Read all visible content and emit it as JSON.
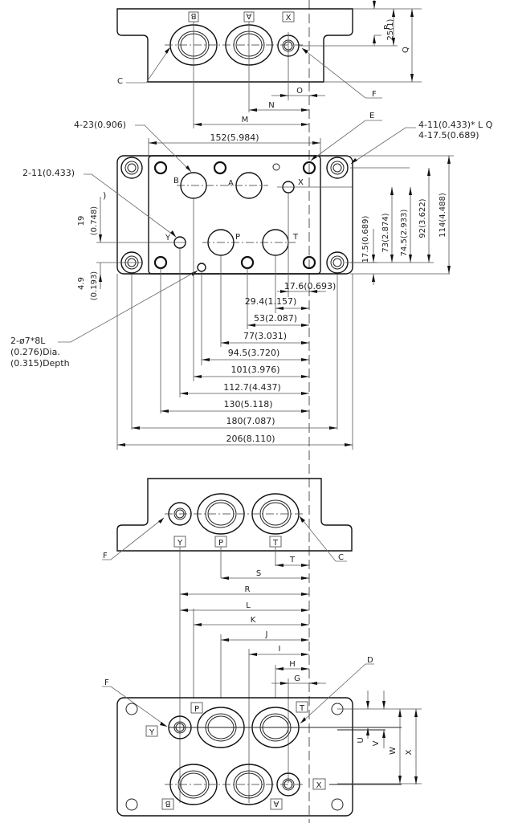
{
  "title": "Subplate mounting dimensions drawing",
  "top_view": {
    "port_tags": [
      "B",
      "A",
      "X"
    ],
    "dim_25": "25(1)",
    "dim_P": "P",
    "dim_Q": "Q",
    "dim_O": "O",
    "dim_N": "N",
    "dim_M": "M",
    "callout_C": "C",
    "callout_F": "F"
  },
  "plan_view": {
    "callout_holes_23": "4-23(0.906)",
    "callout_E": "E",
    "callout_bolt_line1": "4-11(0.433)* L Q",
    "callout_bolt_line2": "4-17.5(0.689)",
    "callout_2_11": "2-11(0.433)",
    "paren_mark": ")",
    "port_labels": {
      "B": "B",
      "A": "A",
      "X": "X",
      "Y": "Y",
      "P": "P",
      "T": "T"
    },
    "dim_width_152": "152(5.984)",
    "dim_19": "19",
    "dim_19_in": "(0.748)",
    "dim_4_9": "4.9",
    "dim_4_9_in": "(0.193)",
    "pin_callout": [
      "2-ø7*8L",
      "(0.276)Dia.",
      "(0.315)Depth"
    ],
    "vertical_dims": [
      "17.5(0.689)",
      "73(2.874)",
      "74.5(2.933)",
      "92(3.622)",
      "114(4.488)"
    ],
    "horizontal_dims": [
      "17.6(0.693)",
      "29.4(1.157)",
      "53(2.087)",
      "77(3.031)",
      "94.5(3.720)",
      "101(3.976)",
      "112.7(4.437)",
      "130(5.118)",
      "180(7.087)",
      "206(8.110)"
    ]
  },
  "front_view": {
    "port_tags": [
      "Y",
      "P",
      "T"
    ],
    "callout_F": "F",
    "callout_C": "C",
    "dim_T": "T",
    "letter_dims": [
      "S",
      "R",
      "L",
      "K",
      "J",
      "I",
      "H",
      "G"
    ]
  },
  "bottom_view": {
    "port_tags": {
      "P": "P",
      "T": "T",
      "Y": "Y",
      "B": "B",
      "A": "A",
      "X": "X"
    },
    "callout_F": "F",
    "callout_D": "D",
    "vertical_dims": [
      "U",
      "V",
      "W",
      "X"
    ]
  }
}
